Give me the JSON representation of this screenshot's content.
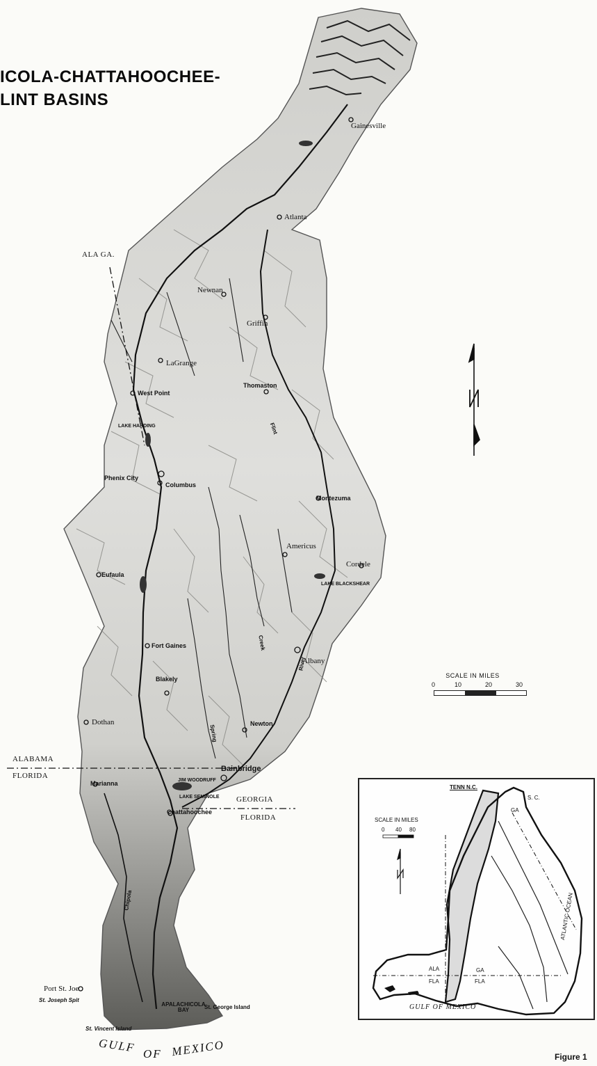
{
  "title": {
    "line1": "ICOLA-CHATTAHOOCHEE-",
    "line2": "LINT BASINS"
  },
  "cities": [
    {
      "name": "Gainesville"
    },
    {
      "name": "Atlanta"
    },
    {
      "name": "Newnan"
    },
    {
      "name": "Griffin"
    },
    {
      "name": "LaGrange"
    },
    {
      "name": "Thomaston"
    },
    {
      "name": "West Point"
    },
    {
      "name": "Phenix City"
    },
    {
      "name": "Columbus"
    },
    {
      "name": "Montezuma"
    },
    {
      "name": "Americus"
    },
    {
      "name": "Cordele"
    },
    {
      "name": "Albany"
    },
    {
      "name": "Eufaula"
    },
    {
      "name": "Fort Gaines"
    },
    {
      "name": "Blakely"
    },
    {
      "name": "Dothan"
    },
    {
      "name": "Newton"
    },
    {
      "name": "Bainbridge"
    },
    {
      "name": "Marianna"
    },
    {
      "name": "Chattahoochee"
    },
    {
      "name": "Port St. Joe"
    }
  ],
  "lakes": [
    {
      "name": "LAKE HARDING"
    },
    {
      "name": "LAKE BLACKSHEAR"
    },
    {
      "name": "LAKE SEMINOLE"
    },
    {
      "name": "JIM WOODRUFF"
    }
  ],
  "features": [
    {
      "name": "St. Joseph Spit"
    },
    {
      "name": "St. Vincent Island"
    },
    {
      "name": "St. George Island"
    },
    {
      "name": "APALACHICOLA BAY"
    }
  ],
  "rivers": [
    "Flint",
    "River",
    "Chipola",
    "Spring",
    "Creek"
  ],
  "state_lines": {
    "ala_ga": "ALA  GA.",
    "alabama": "ALABAMA",
    "florida_left": "FLORIDA",
    "georgia": "GEORGIA",
    "florida_right": "FLORIDA"
  },
  "gulf_label": {
    "word1": "GULF",
    "word2": "OF",
    "word3": "MEXICO"
  },
  "scale": {
    "title": "SCALE IN MILES",
    "ticks": [
      "0",
      "10",
      "20",
      "30"
    ]
  },
  "inset": {
    "tenn_nc": "TENN  N.C.",
    "sc": "S. C.",
    "ga_top": "GA",
    "ala": "ALA",
    "fla_left": "FLA",
    "ga": "GA",
    "fla": "FLA",
    "ocean": "ATLANTIC OCEAN",
    "gulf": "GULF  OF  MEXICO",
    "scale_title": "SCALE IN MILES",
    "scale_ticks": [
      "0",
      "40",
      "80"
    ]
  },
  "figure_caption": "Figure 1",
  "colors": {
    "ink": "#111111",
    "relief_light": "#e6e6e3",
    "relief_mid": "#b9b9b5",
    "relief_dark": "#555552",
    "inset_shade": "#dcdcdc"
  }
}
